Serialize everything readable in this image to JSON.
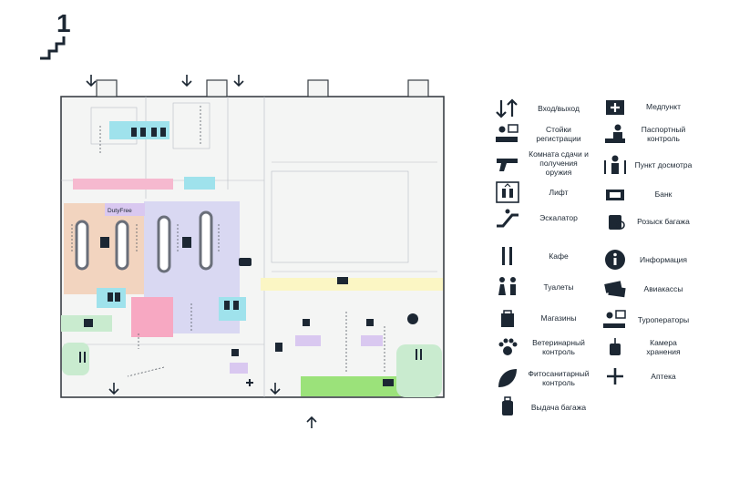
{
  "floor": {
    "number": "1"
  },
  "map": {
    "duty_free_label": "DutyFree",
    "colors": {
      "wall": "#3a3f45",
      "floor": "#f4f5f4",
      "pink": "#f7a8c2",
      "orange": "#f2d4bf",
      "lavender": "#d9d8f2",
      "cyan": "#9fe2ec",
      "green_light": "#c9ebcf",
      "green": "#9be27a",
      "yellow": "#fbf6c4",
      "purple": "#d9c8f0",
      "pink_strip": "#f6b9cf"
    }
  },
  "legend": {
    "left": [
      {
        "icon": "entry-exit-icon",
        "label": "Вход/выход"
      },
      {
        "icon": "check-in-icon",
        "label": "Стойки регистрации"
      },
      {
        "icon": "weapon-room-icon",
        "label": "Комната сдачи и получения оружия"
      },
      {
        "icon": "elevator-icon",
        "label": "Лифт"
      },
      {
        "icon": "escalator-icon",
        "label": "Эскалатор"
      },
      {
        "icon": "cafe-icon",
        "label": "Кафе"
      },
      {
        "icon": "toilets-icon",
        "label": "Туалеты"
      },
      {
        "icon": "shops-icon",
        "label": "Магазины"
      },
      {
        "icon": "veterinary-icon",
        "label": "Ветеринарный контроль"
      },
      {
        "icon": "phytosanitary-icon",
        "label": "Фитосанитарный контроль"
      },
      {
        "icon": "baggage-claim-icon",
        "label": "Выдача багажа"
      }
    ],
    "right": [
      {
        "icon": "medical-icon",
        "label": "Медпункт"
      },
      {
        "icon": "passport-control-icon",
        "label": "Паспортный контроль"
      },
      {
        "icon": "security-check-icon",
        "label": "Пункт досмотра"
      },
      {
        "icon": "bank-icon",
        "label": "Банк"
      },
      {
        "icon": "baggage-search-icon",
        "label": "Розыск багажа"
      },
      {
        "icon": "information-icon",
        "label": "Информация"
      },
      {
        "icon": "airline-tickets-icon",
        "label": "Авиакассы"
      },
      {
        "icon": "tour-operators-icon",
        "label": "Туроператоры"
      },
      {
        "icon": "left-luggage-icon",
        "label": "Камера хранения"
      },
      {
        "icon": "pharmacy-icon",
        "label": "Аптека"
      }
    ]
  }
}
